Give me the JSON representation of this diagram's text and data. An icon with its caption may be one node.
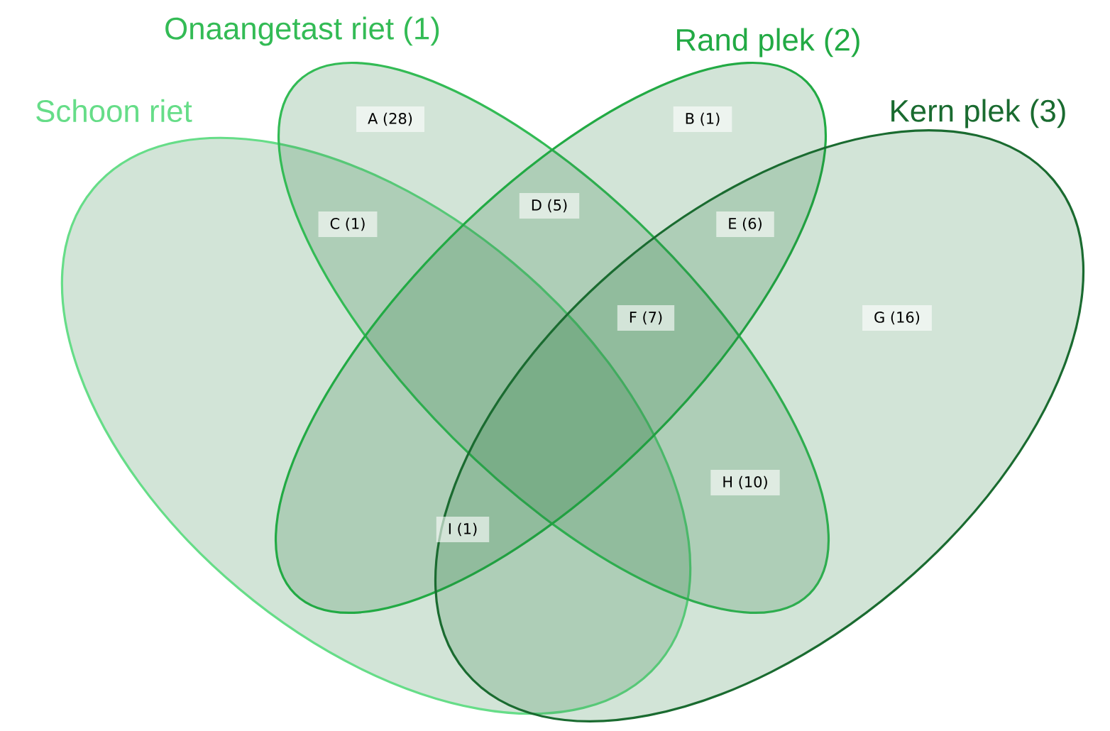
{
  "diagram": {
    "nodes": [
      {
        "text": [
          "Schoon riet"
        ]
      },
      {
        "text": [
          "Onaangetast riet (1)"
        ]
      },
      {
        "text": [
          "Rand plek (2)"
        ]
      },
      {
        "text": [
          "Kern plek (3)"
        ]
      }
    ],
    "labels": [
      "A (28)",
      "B (1)",
      "C (1)",
      "D (5)",
      "E (6)",
      "F (7)",
      "G (16)",
      "H (10)",
      "I (1)"
    ]
  }
}
